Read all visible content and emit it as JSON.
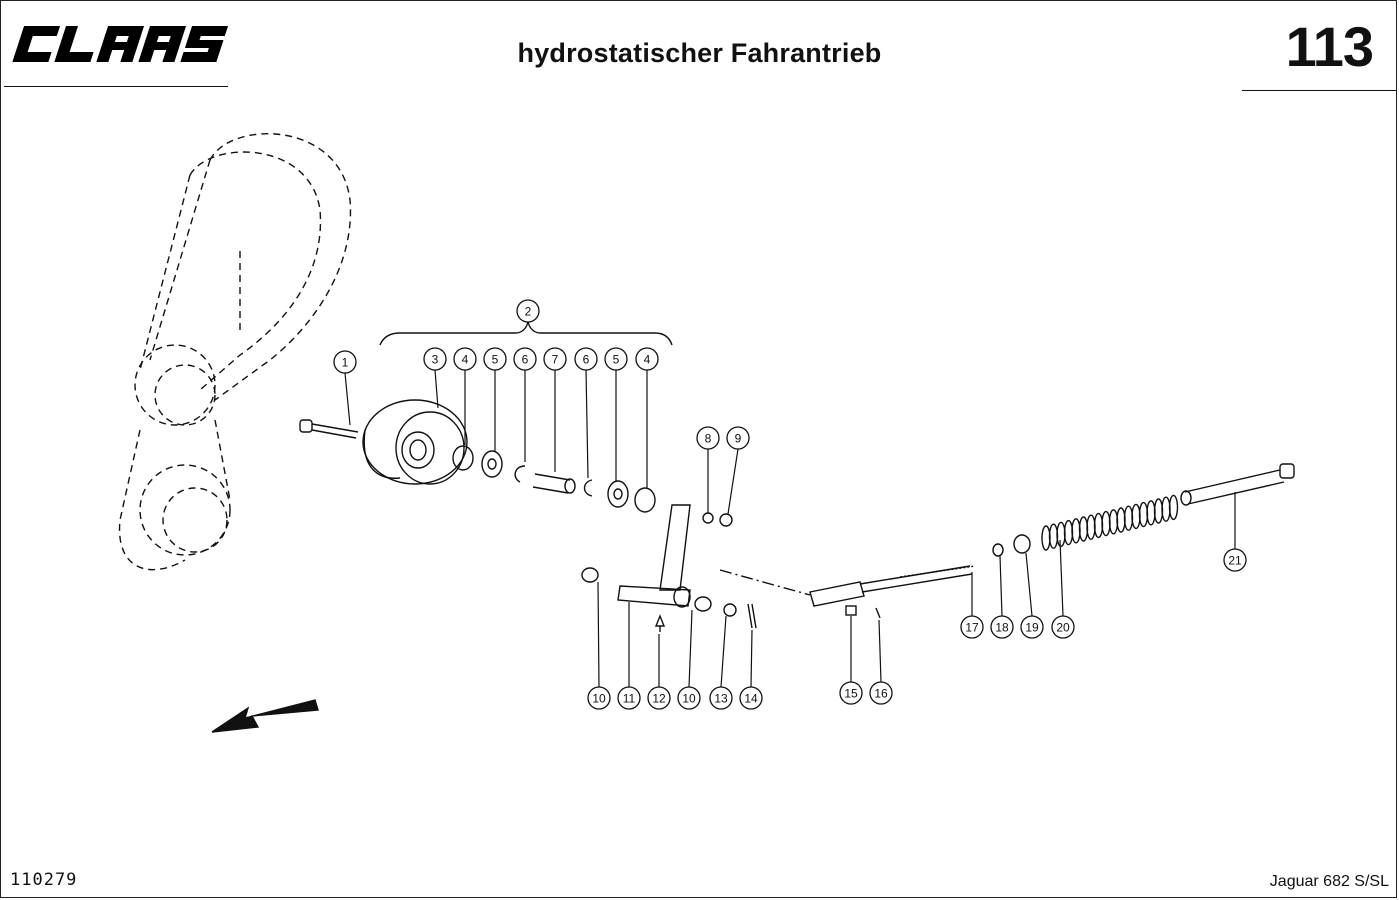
{
  "header": {
    "brand": "CLAAS",
    "title": "hydrostatischer Fahrantrieb",
    "page_number": "113"
  },
  "footer": {
    "code": "110279",
    "model": "Jaguar 682 S/SL"
  },
  "callouts": [
    {
      "label": "1"
    },
    {
      "label": "2"
    },
    {
      "label": "3"
    },
    {
      "label": "4"
    },
    {
      "label": "5"
    },
    {
      "label": "6"
    },
    {
      "label": "7"
    },
    {
      "label": "6"
    },
    {
      "label": "5"
    },
    {
      "label": "4"
    },
    {
      "label": "8"
    },
    {
      "label": "9"
    },
    {
      "label": "10"
    },
    {
      "label": "11"
    },
    {
      "label": "12"
    },
    {
      "label": "10"
    },
    {
      "label": "13"
    },
    {
      "label": "14"
    },
    {
      "label": "15"
    },
    {
      "label": "16"
    },
    {
      "label": "17"
    },
    {
      "label": "18"
    },
    {
      "label": "19"
    },
    {
      "label": "20"
    },
    {
      "label": "21"
    }
  ]
}
